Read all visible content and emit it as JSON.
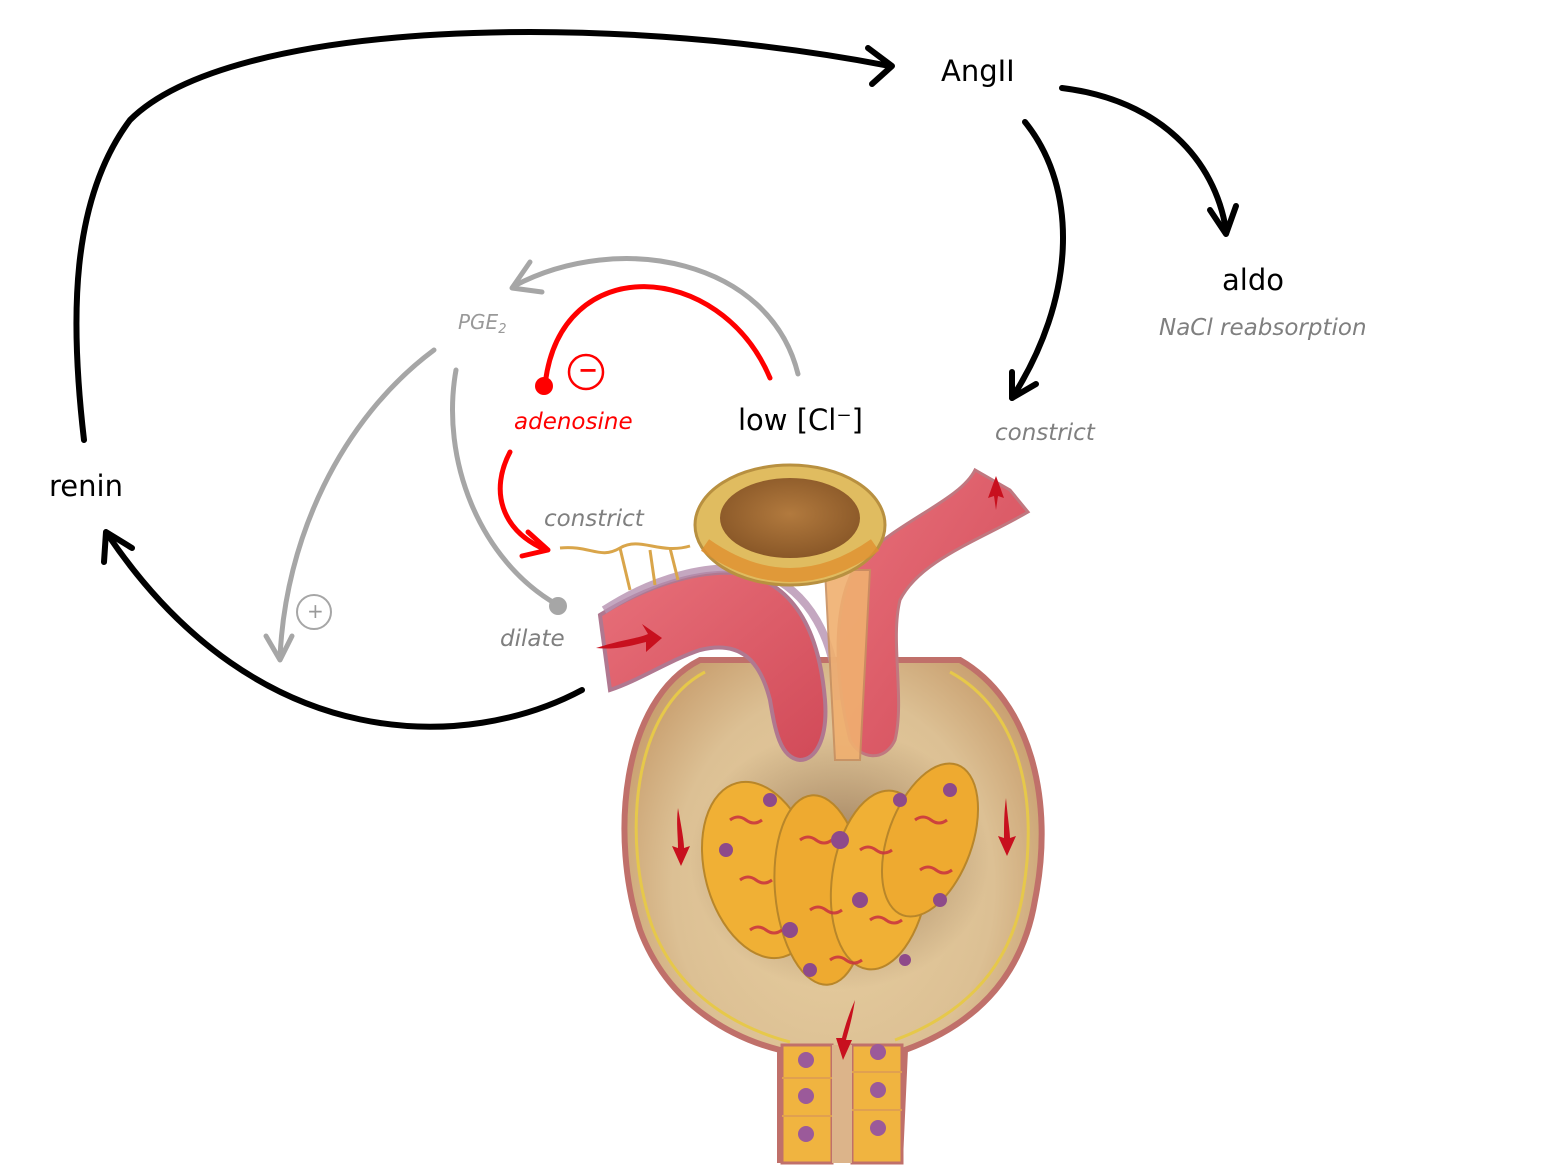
{
  "diagram": {
    "title": "Tubuloglomerular feedback and renin-angiotensin regulation at the juxtaglomerular apparatus",
    "nodes": {
      "angII": "AngII",
      "aldo": "aldo",
      "aldo_effect": "NaCl reabsorption",
      "renin": "renin",
      "low_cl": "low [Cl⁻]",
      "pge2_main": "PGE",
      "pge2_sub": "2",
      "adenosine": "adenosine",
      "constrict_afferent": "constrict",
      "constrict_efferent": "constrict",
      "dilate": "dilate"
    },
    "signs": {
      "inhibit": "−",
      "stimulate": "+"
    },
    "colors": {
      "black_pathway": "#000000",
      "gray_pathway": "#a6a6a6",
      "inhibitory_pathway": "#ff0000",
      "gray_label": "#7f7f7f"
    },
    "edges": [
      {
        "from": "renin",
        "to": "AngII",
        "type": "activate",
        "color": "black"
      },
      {
        "from": "AngII",
        "to": "aldo",
        "type": "activate",
        "color": "black"
      },
      {
        "from": "AngII",
        "to": "constrict (efferent arteriole)",
        "type": "activate",
        "color": "black"
      },
      {
        "from": "low [Cl-]",
        "to": "PGE2",
        "type": "activate",
        "color": "gray"
      },
      {
        "from": "low [Cl-]",
        "to": "adenosine",
        "type": "inhibit",
        "color": "red"
      },
      {
        "from": "adenosine",
        "to": "constrict (afferent arteriole)",
        "type": "activate",
        "color": "red"
      },
      {
        "from": "PGE2",
        "to": "dilate (afferent arteriole)",
        "type": "activate",
        "color": "gray"
      },
      {
        "from": "PGE2",
        "to": "renin",
        "type": "stimulate",
        "color": "gray"
      },
      {
        "from": "afferent arteriole",
        "to": "renin",
        "type": "activate",
        "color": "black"
      }
    ],
    "illustration": "Glomerulus with juxtaglomerular apparatus: macula densa, afferent and efferent arterioles, Bowman's capsule, proximal tubule"
  }
}
